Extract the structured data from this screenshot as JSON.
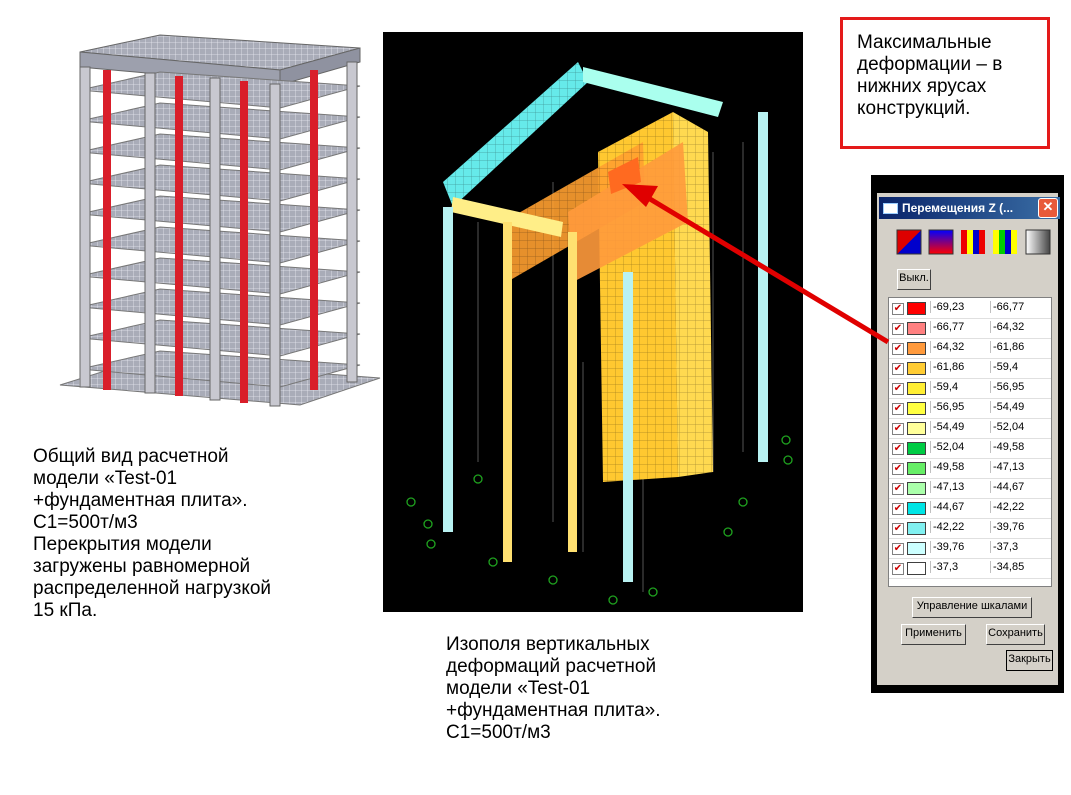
{
  "captions": {
    "left": "Общий вид расчетной\nмодели «Test-01\n+фундаментная плита».\nС1=500т/м3\nПерекрытия модели\nзагружены равномерной\nраспределенной нагрузкой\n15 кПа.",
    "center": "Изополя вертикальных\nдеформаций  расчетной\nмодели «Test-01\n+фундаментная плита».\nС1=500т/м3",
    "callout": "Максимальные\nдеформации – в\nнижних ярусах\nконструкций."
  },
  "dialog": {
    "title": "Перемещения Z (...",
    "close_glyph": "✕",
    "off_label": "Выкл.",
    "scales_label": "Управление шкалами",
    "apply_label": "Применить",
    "save_label": "Сохранить",
    "close_label": "Закрыть",
    "check_glyph": "✔",
    "toolbar_icons": [
      "gradient-icon-1",
      "gradient-icon-2",
      "stripes-icon-1",
      "stripes-icon-2",
      "gray-gradient-icon"
    ],
    "legend": [
      {
        "color": "#ff0000",
        "from": "-69,23",
        "to": "-66,77"
      },
      {
        "color": "#ff8080",
        "from": "-66,77",
        "to": "-64,32"
      },
      {
        "color": "#ff9a3c",
        "from": "-64,32",
        "to": "-61,86"
      },
      {
        "color": "#ffcc33",
        "from": "-61,86",
        "to": "-59,4"
      },
      {
        "color": "#ffee33",
        "from": "-59,4",
        "to": "-56,95"
      },
      {
        "color": "#ffff40",
        "from": "-56,95",
        "to": "-54,49"
      },
      {
        "color": "#ffff99",
        "from": "-54,49",
        "to": "-52,04"
      },
      {
        "color": "#00cc44",
        "from": "-52,04",
        "to": "-49,58"
      },
      {
        "color": "#66ee66",
        "from": "-49,58",
        "to": "-47,13"
      },
      {
        "color": "#aaffaa",
        "from": "-47,13",
        "to": "-44,67"
      },
      {
        "color": "#00e5e5",
        "from": "-44,67",
        "to": "-42,22"
      },
      {
        "color": "#80f0f0",
        "from": "-42,22",
        "to": "-39,76"
      },
      {
        "color": "#ccffff",
        "from": "-39,76",
        "to": "-37,3"
      },
      {
        "color": "#ffffff",
        "from": "-37,3",
        "to": "-34,85"
      }
    ]
  },
  "colors": {
    "callout_border": "#e41a1a",
    "arrow": "#e00000",
    "titlebar": "#0a246a"
  }
}
